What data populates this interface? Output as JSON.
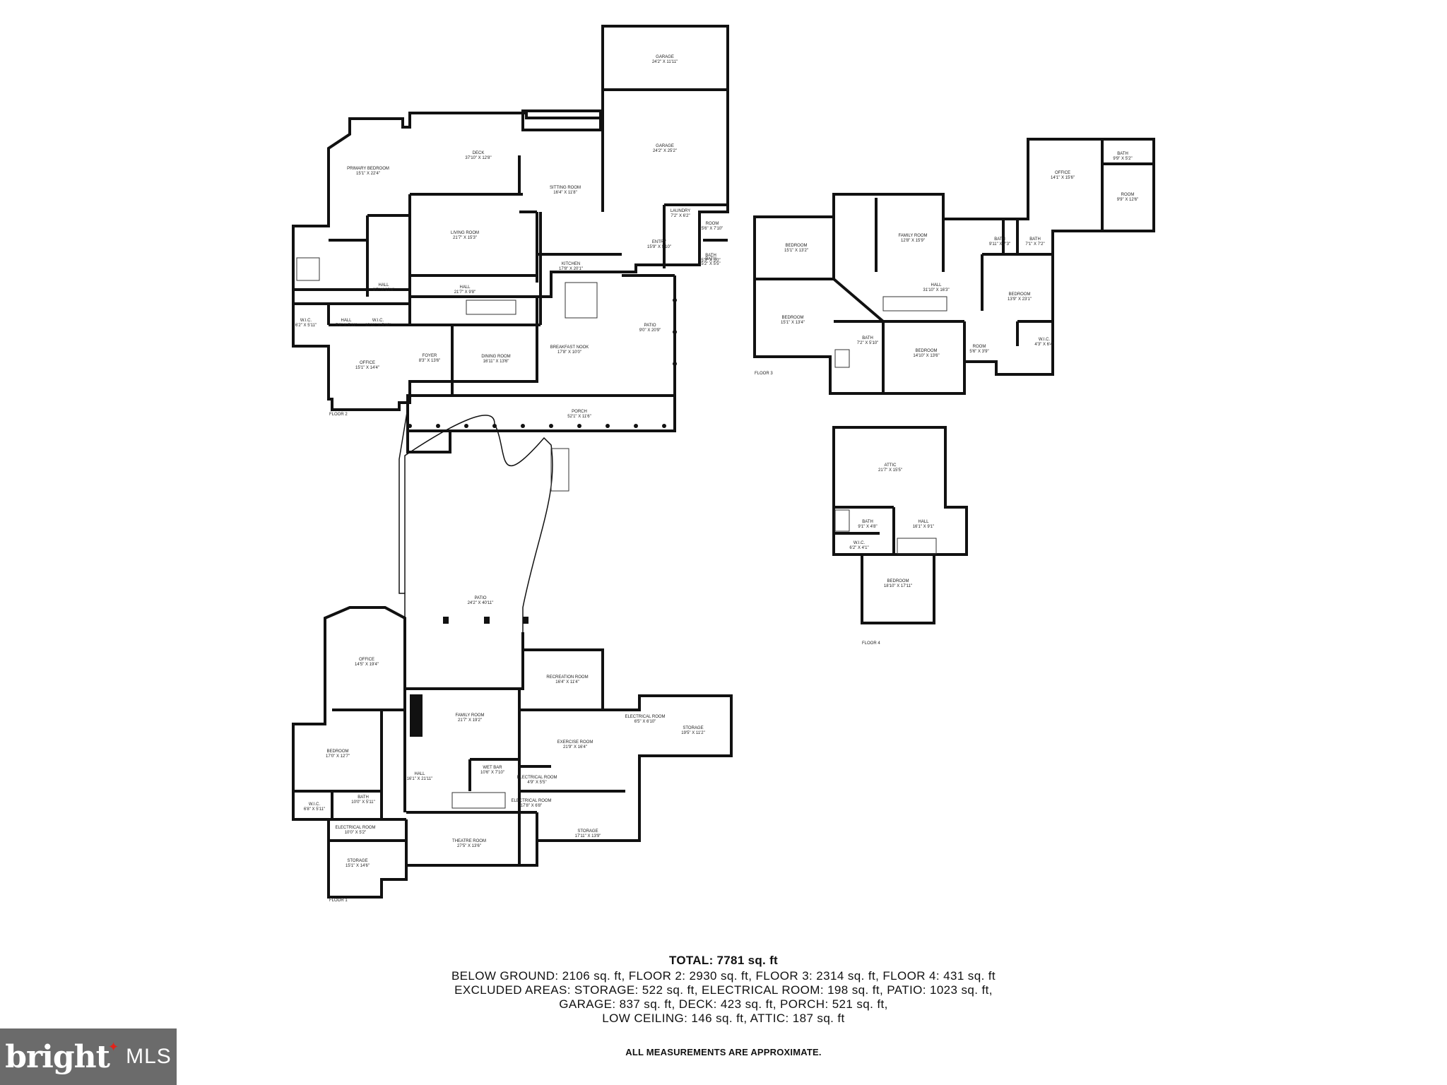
{
  "floors": [
    {
      "label": "FLOOR 2",
      "rooms": [
        {
          "name": "GARAGE",
          "dims": "24'2\" X 11'11\""
        },
        {
          "name": "DECK",
          "dims": "37'10\" X 12'8\""
        },
        {
          "name": "PRIMARY BEDROOM",
          "dims": "15'1\" X 22'4\""
        },
        {
          "name": "SITTING ROOM",
          "dims": "16'4\" X 11'8\""
        },
        {
          "name": "GARAGE",
          "dims": "24'2\" X 25'2\""
        },
        {
          "name": "LAUNDRY",
          "dims": "7'2\" X 6'2\""
        },
        {
          "name": "ROOM",
          "dims": "5'6\" X 7'10\""
        },
        {
          "name": "BATH",
          "dims": "5'3\" X 5'0\""
        },
        {
          "name": "LIVING ROOM",
          "dims": "21'7\" X 15'3\""
        },
        {
          "name": "ENTRY",
          "dims": "15'9\" X 9'10\""
        },
        {
          "name": "BATH",
          "dims": "5'2\" X 5'5\""
        },
        {
          "name": "KITCHEN",
          "dims": "17'8\" X 20'1\""
        },
        {
          "name": "HALL",
          "dims": "9'7\" X 13'4\""
        },
        {
          "name": "HALL",
          "dims": "21'7\" X 9'8\""
        },
        {
          "name": "PATIO",
          "dims": "9'0\" X 20'9\""
        },
        {
          "name": "W.I.C.",
          "dims": "6'2\" X 5'11\""
        },
        {
          "name": "HALL",
          "dims": "5'6\" X 5'11\""
        },
        {
          "name": "W.I.C.",
          "dims": "10'11\" X 5'10\""
        },
        {
          "name": "BREAKFAST NOOK",
          "dims": "17'8\" X 10'0\""
        },
        {
          "name": "FOYER",
          "dims": "8'3\" X 13'6\""
        },
        {
          "name": "DINING ROOM",
          "dims": "16'11\" X 13'6\""
        },
        {
          "name": "OFFICE",
          "dims": "15'1\" X 14'4\""
        },
        {
          "name": "PORCH",
          "dims": "52'1\" X 11'6\""
        }
      ]
    },
    {
      "label": "FLOOR 3",
      "rooms": [
        {
          "name": "BATH",
          "dims": "9'9\" X 5'2\""
        },
        {
          "name": "OFFICE",
          "dims": "14'1\" X 15'6\""
        },
        {
          "name": "ROOM",
          "dims": "9'9\" X 12'6\""
        },
        {
          "name": "BEDROOM",
          "dims": "15'1\" X 13'2\""
        },
        {
          "name": "FAMILY ROOM",
          "dims": "12'8\" X 15'9\""
        },
        {
          "name": "BATH",
          "dims": "9'11\" X 7'3\""
        },
        {
          "name": "BATH",
          "dims": "7'1\" X 7'2\""
        },
        {
          "name": "HALL",
          "dims": "31'10\" X 16'3\""
        },
        {
          "name": "BEDROOM",
          "dims": "13'9\" X 23'1\""
        },
        {
          "name": "BEDROOM",
          "dims": "15'1\" X 13'4\""
        },
        {
          "name": "BATH",
          "dims": "7'2\" X 5'10\""
        },
        {
          "name": "BEDROOM",
          "dims": "14'10\" X 13'6\""
        },
        {
          "name": "ROOM",
          "dims": "5'6\" X 3'9\""
        },
        {
          "name": "W.I.C.",
          "dims": "4'3\" X 6'4\""
        }
      ]
    },
    {
      "label": "FLOOR 4",
      "rooms": [
        {
          "name": "ATTIC",
          "dims": "21'7\" X 15'5\""
        },
        {
          "name": "BATH",
          "dims": "9'1\" X 4'8\""
        },
        {
          "name": "HALL",
          "dims": "16'1\" X 9'1\""
        },
        {
          "name": "W.I.C.",
          "dims": "6'2\" X 4'1\""
        },
        {
          "name": "BEDROOM",
          "dims": "18'10\" X 17'11\""
        }
      ]
    },
    {
      "label": "FLOOR 1",
      "rooms": [
        {
          "name": "PATIO",
          "dims": "24'2\" X 40'11\""
        },
        {
          "name": "OFFICE",
          "dims": "14'5\" X 19'4\""
        },
        {
          "name": "RECREATION ROOM",
          "dims": "16'4\" X 11'4\""
        },
        {
          "name": "FAMILY ROOM",
          "dims": "21'7\" X 19'2\""
        },
        {
          "name": "ELECTRICAL ROOM",
          "dims": "6'5\" X 6'10\""
        },
        {
          "name": "STORAGE",
          "dims": "19'5\" X 11'2\""
        },
        {
          "name": "BEDROOM",
          "dims": "17'0\" X 12'7\""
        },
        {
          "name": "EXERCISE ROOM",
          "dims": "21'9\" X 16'4\""
        },
        {
          "name": "HALL",
          "dims": "16'1\" X 21'11\""
        },
        {
          "name": "WET BAR",
          "dims": "10'6\" X 7'10\""
        },
        {
          "name": "ELECTRICAL ROOM",
          "dims": "4'9\" X 5'5\""
        },
        {
          "name": "W.I.C.",
          "dims": "6'8\" X 5'11\""
        },
        {
          "name": "BATH",
          "dims": "10'0\" X 5'11\""
        },
        {
          "name": "ELECTRICAL ROOM",
          "dims": "17'8\" X 6'8\""
        },
        {
          "name": "ELECTRICAL ROOM",
          "dims": "10'0\" X 5'2\""
        },
        {
          "name": "STORAGE",
          "dims": "17'11\" X 13'9\""
        },
        {
          "name": "THEATRE ROOM",
          "dims": "27'5\" X 13'6\""
        },
        {
          "name": "STORAGE",
          "dims": "15'1\" X 14'6\""
        }
      ]
    }
  ],
  "summary": {
    "total": "TOTAL: 7781 sq. ft",
    "lines": [
      "BELOW GROUND: 2106 sq. ft, FLOOR 2: 2930 sq. ft, FLOOR 3: 2314 sq. ft, FLOOR 4: 431 sq. ft",
      "EXCLUDED AREAS: STORAGE: 522 sq. ft, ELECTRICAL ROOM: 198 sq. ft, PATIO: 1023 sq. ft,",
      "GARAGE: 837 sq. ft, DECK: 423 sq. ft, PORCH: 521 sq. ft,",
      "LOW CEILING: 146 sq. ft, ATTIC: 187 sq. ft"
    ],
    "disclaimer": "ALL MEASUREMENTS ARE APPROXIMATE."
  },
  "brand": {
    "word": "bright",
    "suffix": "MLS",
    "dot_color": "#e2231a"
  }
}
